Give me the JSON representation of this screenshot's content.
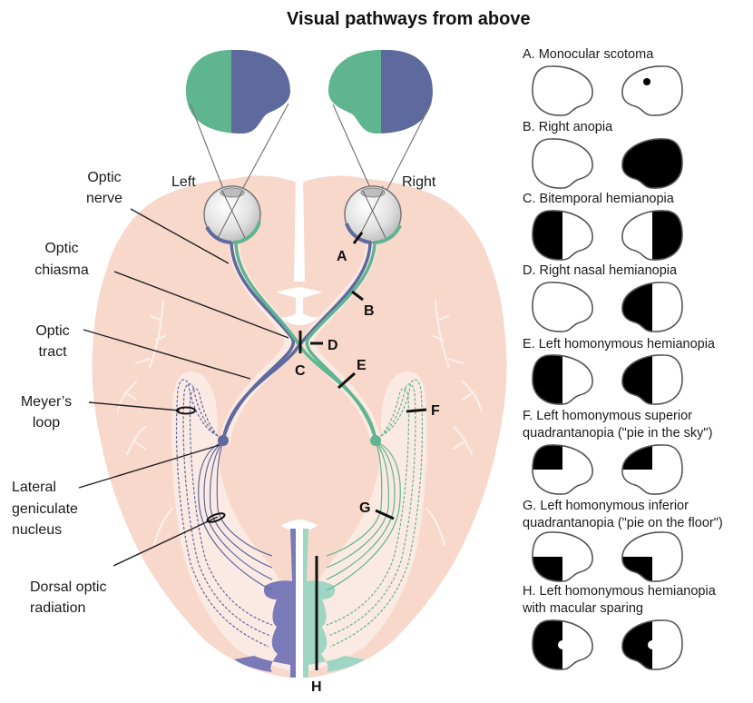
{
  "title": "Visual pathways from above",
  "colors": {
    "left_field": "#5fb58f",
    "right_field": "#5e6a9e",
    "brain": "#f9d8cc",
    "brain_inner": "#fbe9e3",
    "lesion": "#000000"
  },
  "eye_labels": {
    "left": "Left",
    "right": "Right"
  },
  "structures": [
    {
      "id": "optic-nerve",
      "lines": [
        "Optic",
        "nerve"
      ]
    },
    {
      "id": "optic-chiasma",
      "lines": [
        "Optic",
        "chiasma"
      ]
    },
    {
      "id": "optic-tract",
      "lines": [
        "Optic",
        "tract"
      ]
    },
    {
      "id": "meyers-loop",
      "lines": [
        "Meyer’s",
        "loop"
      ]
    },
    {
      "id": "lateral-geniculate-nucleus",
      "lines": [
        "Lateral",
        "geniculate",
        "nucleus"
      ]
    },
    {
      "id": "dorsal-optic-radiation",
      "lines": [
        "Dorsal optic",
        "radiation"
      ]
    }
  ],
  "lesion_sites": [
    "A",
    "B",
    "C",
    "D",
    "E",
    "F",
    "G",
    "H"
  ],
  "defects": [
    {
      "letter": "A",
      "lines": [
        "A. Monocular scotoma"
      ],
      "left_eye": "none",
      "right_eye": "scotoma"
    },
    {
      "letter": "B",
      "lines": [
        "B. Right anopia"
      ],
      "left_eye": "none",
      "right_eye": "full"
    },
    {
      "letter": "C",
      "lines": [
        "C. Bitemporal hemianopia"
      ],
      "left_eye": "left-half",
      "right_eye": "right-half"
    },
    {
      "letter": "D",
      "lines": [
        "D. Right nasal hemianopia"
      ],
      "left_eye": "none",
      "right_eye": "left-half"
    },
    {
      "letter": "E",
      "lines": [
        "E. Left homonymous hemianopia"
      ],
      "left_eye": "left-half",
      "right_eye": "left-half"
    },
    {
      "letter": "F",
      "lines": [
        "F. Left homonymous superior",
        "quadrantanopia (\"pie in the sky\")"
      ],
      "left_eye": "upper-left",
      "right_eye": "upper-left"
    },
    {
      "letter": "G",
      "lines": [
        "G. Left homonymous inferior",
        "quadrantanopia (\"pie on the floor\")"
      ],
      "left_eye": "lower-left",
      "right_eye": "lower-left"
    },
    {
      "letter": "H",
      "lines": [
        "H. Left homonymous hemianopia",
        "with macular sparing"
      ],
      "left_eye": "left-half-macular-sparing",
      "right_eye": "left-half-macular-sparing"
    }
  ]
}
